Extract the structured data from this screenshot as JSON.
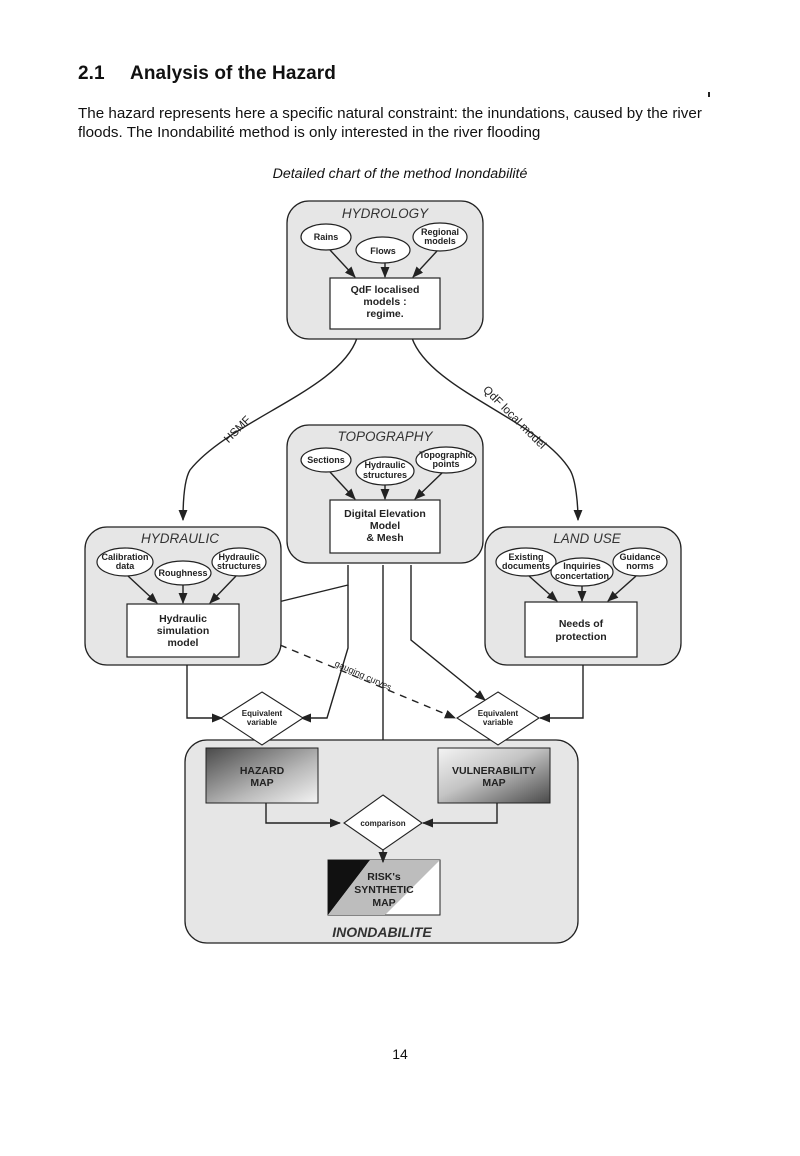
{
  "section": {
    "number": "2.1",
    "title": "Analysis of the Hazard",
    "paragraph": "The hazard represents here a specific natural constraint: the inundations, caused by the river floods. The Inondabilité method is only interested in the river flooding",
    "caption": "Detailed chart of the method Inondabilité"
  },
  "diagram": {
    "hydrology": {
      "title": "HYDROLOGY",
      "inputs": [
        [
          "Rains"
        ],
        [
          "Flows"
        ],
        [
          "Regional",
          "models"
        ]
      ],
      "output": [
        "QdF localised",
        "models :",
        "regime."
      ]
    },
    "topography": {
      "title": "TOPOGRAPHY",
      "inputs": [
        [
          "Sections"
        ],
        [
          "Hydraulic",
          "structures"
        ],
        [
          "Topographic",
          "points"
        ]
      ],
      "output": [
        "Digital Elevation",
        "Model",
        "& Mesh"
      ]
    },
    "hydraulic": {
      "title": "HYDRAULIC",
      "inputs": [
        [
          "Calibration",
          "data"
        ],
        [
          "Roughness"
        ],
        [
          "Hydraulic",
          "structures"
        ]
      ],
      "output": [
        "Hydraulic",
        "simulation",
        "model"
      ]
    },
    "land_use": {
      "title": "LAND USE",
      "inputs": [
        [
          "Existing",
          "documents"
        ],
        [
          "Inquiries",
          "concertation"
        ],
        [
          "Guidance",
          "norms"
        ]
      ],
      "output": [
        "Needs of",
        "protection"
      ]
    },
    "edges": {
      "hsmf": "HSMF",
      "qdf_local": "QdF local model",
      "gauging": "gauging curves"
    },
    "decisions": {
      "equivalent_left": [
        "Equivalent",
        "variable"
      ],
      "equivalent_right": [
        "Equivalent",
        "variable"
      ],
      "comparison": [
        "comparison"
      ]
    },
    "inondabilite": {
      "title": "INONDABILITE",
      "hazard_map": [
        "HAZARD",
        "MAP"
      ],
      "vulnerability_map": [
        "VULNERABILITY",
        "MAP"
      ],
      "risk_map": [
        "RISK's",
        "SYNTHETIC",
        "MAP"
      ]
    }
  },
  "footer": {
    "page_number": "14"
  }
}
